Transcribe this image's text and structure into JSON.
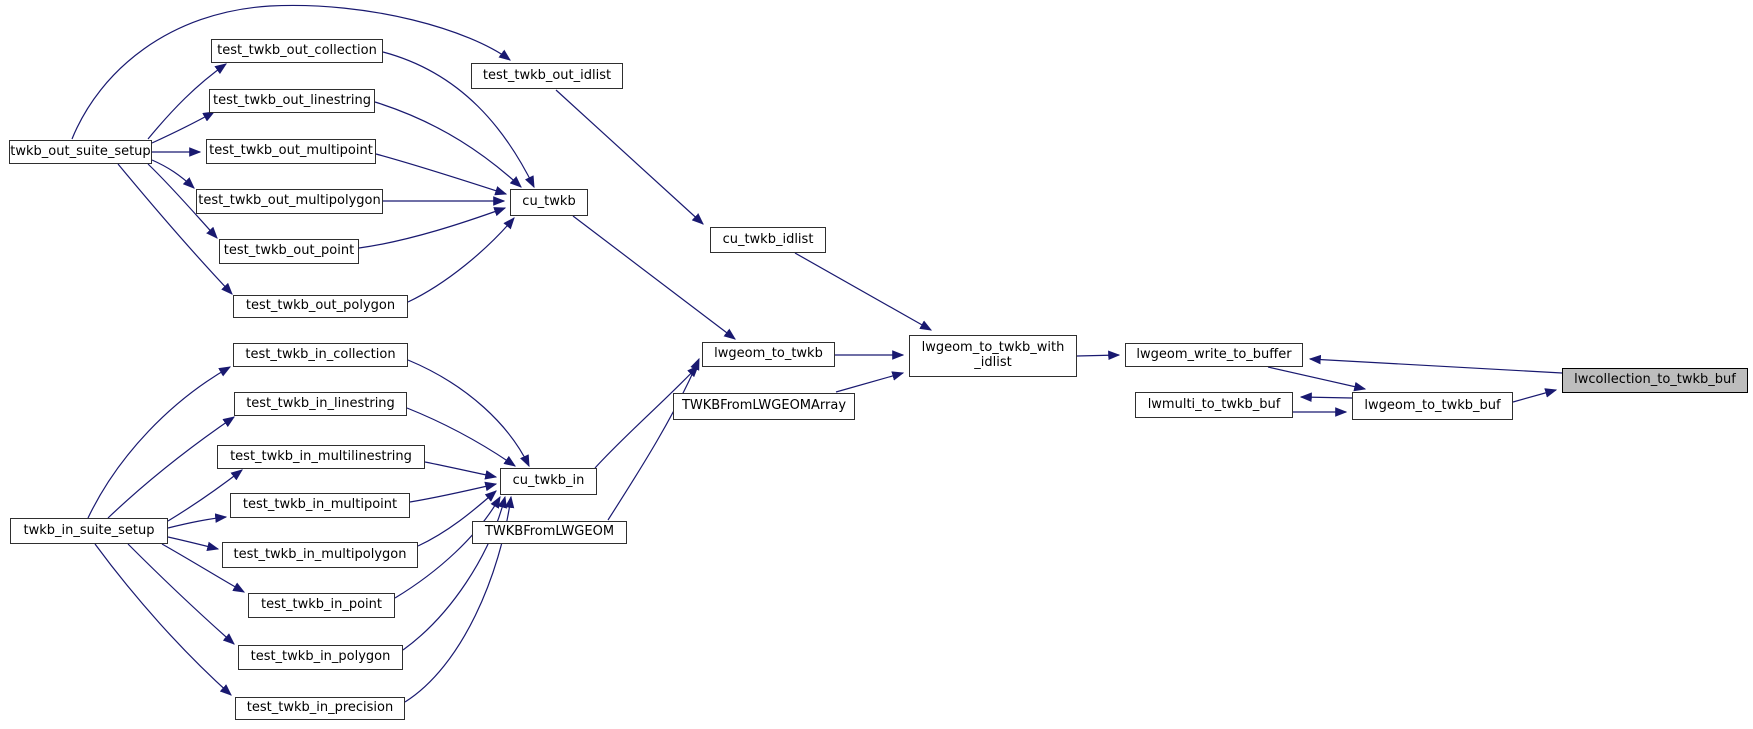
{
  "diagram": {
    "type": "call-graph",
    "focus_node": "lwcollection_to_twkb_buf",
    "colors": {
      "background": "#ffffff",
      "edge": "#191970",
      "node_bg": "#ffffff",
      "node_border": "#2f2f2f",
      "focus_bg": "#bdbdbd",
      "text": "#000000"
    },
    "nodes": [
      {
        "id": "twkb_out_suite_setup",
        "label": "twkb_out_suite_setup"
      },
      {
        "id": "test_twkb_out_collection",
        "label": "test_twkb_out_collection"
      },
      {
        "id": "test_twkb_out_linestring",
        "label": "test_twkb_out_linestring"
      },
      {
        "id": "test_twkb_out_multipoint",
        "label": "test_twkb_out_multipoint"
      },
      {
        "id": "test_twkb_out_multipolygon",
        "label": "test_twkb_out_multipolygon"
      },
      {
        "id": "test_twkb_out_point",
        "label": "test_twkb_out_point"
      },
      {
        "id": "test_twkb_out_polygon",
        "label": "test_twkb_out_polygon"
      },
      {
        "id": "test_twkb_out_idlist",
        "label": "test_twkb_out_idlist"
      },
      {
        "id": "cu_twkb",
        "label": "cu_twkb"
      },
      {
        "id": "cu_twkb_idlist",
        "label": "cu_twkb_idlist"
      },
      {
        "id": "twkb_in_suite_setup",
        "label": "twkb_in_suite_setup"
      },
      {
        "id": "test_twkb_in_collection",
        "label": "test_twkb_in_collection"
      },
      {
        "id": "test_twkb_in_linestring",
        "label": "test_twkb_in_linestring"
      },
      {
        "id": "test_twkb_in_multilinestring",
        "label": "test_twkb_in_multilinestring"
      },
      {
        "id": "test_twkb_in_multipoint",
        "label": "test_twkb_in_multipoint"
      },
      {
        "id": "test_twkb_in_multipolygon",
        "label": "test_twkb_in_multipolygon"
      },
      {
        "id": "test_twkb_in_point",
        "label": "test_twkb_in_point"
      },
      {
        "id": "test_twkb_in_polygon",
        "label": "test_twkb_in_polygon"
      },
      {
        "id": "test_twkb_in_precision",
        "label": "test_twkb_in_precision"
      },
      {
        "id": "cu_twkb_in",
        "label": "cu_twkb_in"
      },
      {
        "id": "TWKBFromLWGEOM",
        "label": "TWKBFromLWGEOM"
      },
      {
        "id": "lwgeom_to_twkb",
        "label": "lwgeom_to_twkb"
      },
      {
        "id": "lwgeom_to_twkb_with_idlist",
        "label": "lwgeom_to_twkb_with\n_idlist"
      },
      {
        "id": "TWKBFromLWGEOMArray",
        "label": "TWKBFromLWGEOMArray"
      },
      {
        "id": "lwgeom_write_to_buffer",
        "label": "lwgeom_write_to_buffer"
      },
      {
        "id": "lwmulti_to_twkb_buf",
        "label": "lwmulti_to_twkb_buf"
      },
      {
        "id": "lwgeom_to_twkb_buf",
        "label": "lwgeom_to_twkb_buf"
      },
      {
        "id": "lwcollection_to_twkb_buf",
        "label": "lwcollection_to_twkb_buf"
      }
    ],
    "edges": [
      {
        "from": "twkb_out_suite_setup",
        "to": "test_twkb_out_idlist"
      },
      {
        "from": "twkb_out_suite_setup",
        "to": "test_twkb_out_collection"
      },
      {
        "from": "twkb_out_suite_setup",
        "to": "test_twkb_out_linestring"
      },
      {
        "from": "twkb_out_suite_setup",
        "to": "test_twkb_out_multipoint"
      },
      {
        "from": "twkb_out_suite_setup",
        "to": "test_twkb_out_multipolygon"
      },
      {
        "from": "twkb_out_suite_setup",
        "to": "test_twkb_out_point"
      },
      {
        "from": "twkb_out_suite_setup",
        "to": "test_twkb_out_polygon"
      },
      {
        "from": "test_twkb_out_collection",
        "to": "cu_twkb"
      },
      {
        "from": "test_twkb_out_linestring",
        "to": "cu_twkb"
      },
      {
        "from": "test_twkb_out_multipoint",
        "to": "cu_twkb"
      },
      {
        "from": "test_twkb_out_multipolygon",
        "to": "cu_twkb"
      },
      {
        "from": "test_twkb_out_point",
        "to": "cu_twkb"
      },
      {
        "from": "test_twkb_out_polygon",
        "to": "cu_twkb"
      },
      {
        "from": "test_twkb_out_idlist",
        "to": "cu_twkb_idlist"
      },
      {
        "from": "cu_twkb",
        "to": "lwgeom_to_twkb"
      },
      {
        "from": "cu_twkb_idlist",
        "to": "lwgeom_to_twkb_with_idlist"
      },
      {
        "from": "twkb_in_suite_setup",
        "to": "test_twkb_in_collection"
      },
      {
        "from": "twkb_in_suite_setup",
        "to": "test_twkb_in_linestring"
      },
      {
        "from": "twkb_in_suite_setup",
        "to": "test_twkb_in_multilinestring"
      },
      {
        "from": "twkb_in_suite_setup",
        "to": "test_twkb_in_multipoint"
      },
      {
        "from": "twkb_in_suite_setup",
        "to": "test_twkb_in_multipolygon"
      },
      {
        "from": "twkb_in_suite_setup",
        "to": "test_twkb_in_point"
      },
      {
        "from": "twkb_in_suite_setup",
        "to": "test_twkb_in_polygon"
      },
      {
        "from": "twkb_in_suite_setup",
        "to": "test_twkb_in_precision"
      },
      {
        "from": "test_twkb_in_collection",
        "to": "cu_twkb_in"
      },
      {
        "from": "test_twkb_in_linestring",
        "to": "cu_twkb_in"
      },
      {
        "from": "test_twkb_in_multilinestring",
        "to": "cu_twkb_in"
      },
      {
        "from": "test_twkb_in_multipoint",
        "to": "cu_twkb_in"
      },
      {
        "from": "test_twkb_in_multipolygon",
        "to": "cu_twkb_in"
      },
      {
        "from": "test_twkb_in_point",
        "to": "cu_twkb_in"
      },
      {
        "from": "test_twkb_in_polygon",
        "to": "cu_twkb_in"
      },
      {
        "from": "test_twkb_in_precision",
        "to": "cu_twkb_in"
      },
      {
        "from": "cu_twkb_in",
        "to": "lwgeom_to_twkb"
      },
      {
        "from": "TWKBFromLWGEOM",
        "to": "lwgeom_to_twkb"
      },
      {
        "from": "lwgeom_to_twkb",
        "to": "lwgeom_to_twkb_with_idlist"
      },
      {
        "from": "TWKBFromLWGEOMArray",
        "to": "lwgeom_to_twkb_with_idlist"
      },
      {
        "from": "lwgeom_to_twkb_with_idlist",
        "to": "lwgeom_write_to_buffer"
      },
      {
        "from": "lwgeom_write_to_buffer",
        "to": "lwgeom_to_twkb_buf"
      },
      {
        "from": "lwgeom_to_twkb_buf",
        "to": "lwmulti_to_twkb_buf"
      },
      {
        "from": "lwmulti_to_twkb_buf",
        "to": "lwgeom_to_twkb_buf"
      },
      {
        "from": "lwgeom_to_twkb_buf",
        "to": "lwcollection_to_twkb_buf"
      },
      {
        "from": "lwcollection_to_twkb_buf",
        "to": "lwgeom_write_to_buffer"
      }
    ]
  }
}
